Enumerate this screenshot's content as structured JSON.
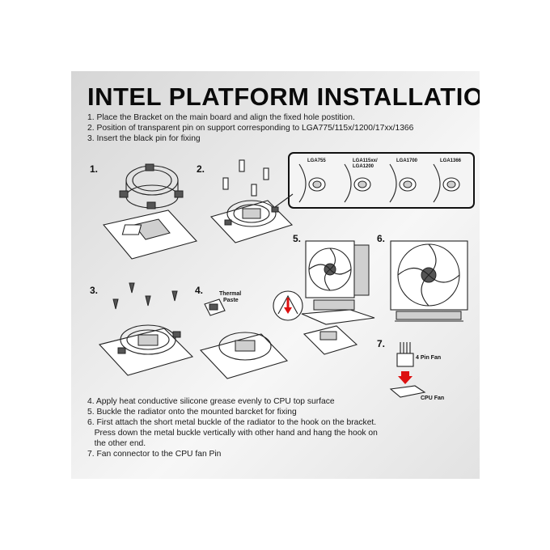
{
  "title": "INTEL PLATFORM INSTALLATION",
  "instructions_top": [
    "1. Place the Bracket on the main board and align the fixed hole postition.",
    "2. Position of transparent pin on support corresponding to LGA775/115x/1200/17xx/1366",
    "3. Insert the black pin for fixing"
  ],
  "step_numbers": [
    "1.",
    "2.",
    "3.",
    "4.",
    "5.",
    "6.",
    "7."
  ],
  "socket_labels": [
    "LGA755",
    "LGA115xx/",
    "LGA1200",
    "LGA1700",
    "LGA1366"
  ],
  "thermal_label": "Thermal",
  "paste_label": "Paste",
  "fan_labels": {
    "pin": "4 Pin Fan",
    "cpu": "CPU Fan"
  },
  "instructions_bottom": [
    "4. Apply heat conductive silicone grease evenly to CPU top surface",
    "5. Buckle the radiator onto the mounted barcket for fixing",
    "6. First attach the short metal buckle of the radiator to the hook on the bracket.",
    "   Press down the metal buckle vertically with other hand and hang the hook on",
    "   the other end.",
    "7. Fan connector to the CPU fan Pin"
  ]
}
